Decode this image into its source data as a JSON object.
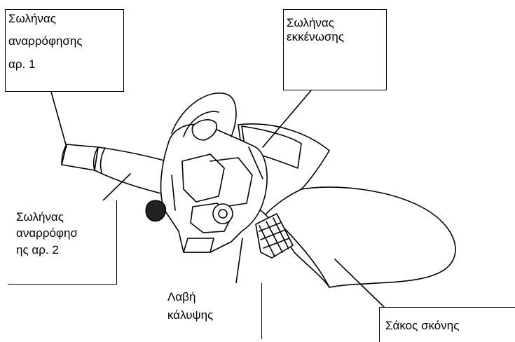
{
  "labels": {
    "suction_tube_1": [
      "Σωλήνας",
      "αναρρόφησης",
      "αρ. 1"
    ],
    "discharge_tube": [
      "Σωλήνας",
      "εκκένωσης"
    ],
    "suction_tube_2": [
      "Σωλήνας",
      "αναρρόφησ",
      "ης αρ. 2"
    ],
    "cover_handle": [
      "Λαβή",
      "κάλυψης"
    ],
    "dust_bag": "Σάκος σκόνης"
  }
}
